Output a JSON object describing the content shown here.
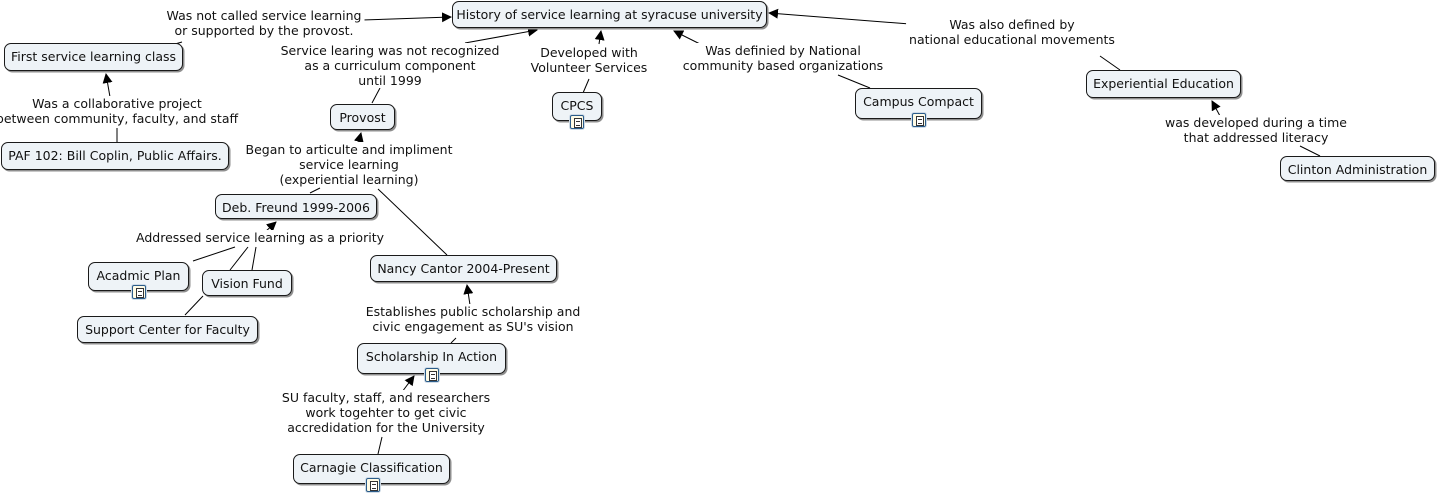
{
  "nodes": {
    "history": "History of service learning at syracuse university",
    "first_class": "First service learning class",
    "paf102": "PAF 102: Bill Coplin, Public Affairs.",
    "provost": "Provost",
    "cpcs": "CPCS",
    "campus_compact": "Campus Compact",
    "experiential": "Experiential Education",
    "clinton": "Clinton Administration",
    "freund": "Deb. Freund 1999-2006",
    "cantor": "Nancy Cantor 2004-Present",
    "acadmic_plan": "Acadmic Plan",
    "vision_fund": "Vision Fund",
    "support_center": "Support Center for Faculty",
    "scholarship": "Scholarship In Action",
    "carnegie": "Carnagie Classification"
  },
  "links": {
    "not_called": "Was not called service learning\nor supported by the provost.",
    "collaborative": "Was a collaborative project\nbetween community, faculty, and staff",
    "not_recognized": "Service learing was not recognized\nas a curriculum component\nuntil 1999",
    "volunteer": "Developed with\nVolunteer Services",
    "national_orgs": "Was definied by National\ncommunity based organizations",
    "national_movements": "Was also defined by\nnational educational movements",
    "literacy": "was developed during a time\nthat addressed literacy",
    "articulate": "Began to articulte and impliment\nservice learning\n(experiential learning)",
    "priority": "Addressed service learning as a priority",
    "establishes": "Establishes public scholarship and\ncivic engagement as SU's vision",
    "accreditation": "SU faculty, staff, and researchers\nwork togehter to get civic\naccredidation for the University"
  },
  "icons": [
    "document-resource-icon"
  ]
}
